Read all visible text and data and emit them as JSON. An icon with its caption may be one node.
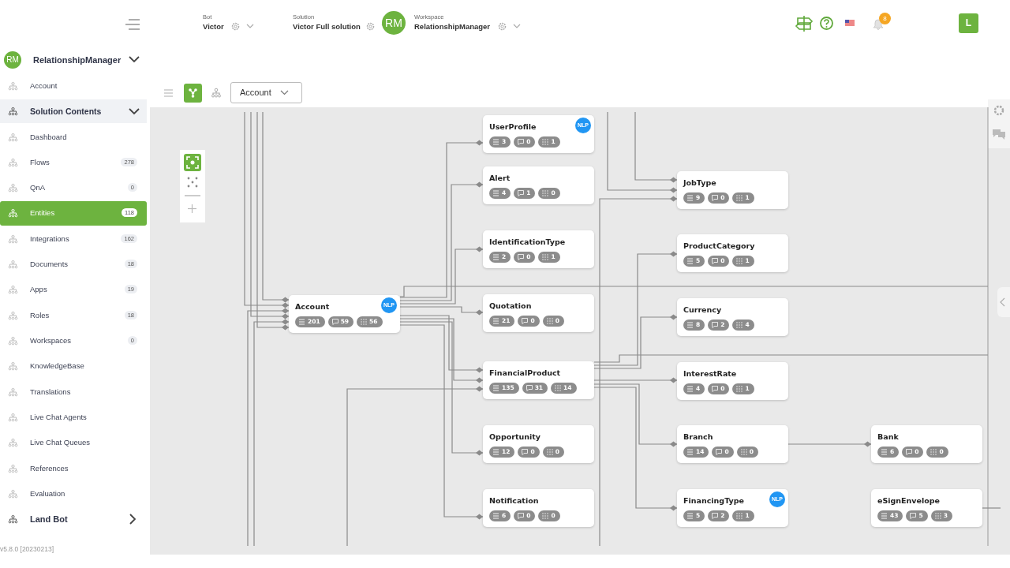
{
  "diagram": {
    "nodes": [
      {
        "text": [
          "Account",
          "201",
          "59",
          "56",
          "NLP"
        ]
      },
      {
        "text": [
          "UserProfile",
          "3",
          "0",
          "1",
          "NLP"
        ]
      },
      {
        "text": [
          "Alert",
          "4",
          "1",
          "0"
        ]
      },
      {
        "text": [
          "IdentificationType",
          "2",
          "0",
          "1"
        ]
      },
      {
        "text": [
          "Quotation",
          "21",
          "0",
          "0"
        ]
      },
      {
        "text": [
          "FinancialProduct",
          "135",
          "31",
          "14"
        ]
      },
      {
        "text": [
          "Opportunity",
          "12",
          "0",
          "0"
        ]
      },
      {
        "text": [
          "Notification",
          "6",
          "0",
          "0"
        ]
      },
      {
        "text": [
          "JobType",
          "9",
          "0",
          "1"
        ]
      },
      {
        "text": [
          "ProductCategory",
          "5",
          "0",
          "1"
        ]
      },
      {
        "text": [
          "Currency",
          "8",
          "2",
          "4"
        ]
      },
      {
        "text": [
          "InterestRate",
          "4",
          "0",
          "1"
        ]
      },
      {
        "text": [
          "Branch",
          "14",
          "0",
          "0"
        ]
      },
      {
        "text": [
          "FinancingType",
          "5",
          "2",
          "1",
          "NLP"
        ]
      },
      {
        "text": [
          "Bank",
          "6",
          "0",
          "0"
        ]
      },
      {
        "text": [
          "eSignEnvelope",
          "43",
          "5",
          "3"
        ]
      }
    ],
    "edges": [
      {
        "from": 0,
        "to": 1,
        "arrow": "other"
      },
      {
        "from": 0,
        "to": 2,
        "arrow": "other"
      },
      {
        "from": 0,
        "to": 3,
        "arrow": "other"
      },
      {
        "from": 0,
        "to": 4,
        "arrow": "other"
      },
      {
        "from": 0,
        "to": 5,
        "arrow": "other"
      },
      {
        "from": 0,
        "to": 5,
        "arrow": "other"
      },
      {
        "from": null,
        "to": 5,
        "arrow": "other"
      },
      {
        "from": 0,
        "to": 6,
        "arrow": "other"
      },
      {
        "from": 0,
        "to": 7,
        "arrow": "other"
      },
      {
        "from": null,
        "to": 8,
        "arrow": "other"
      },
      {
        "from": null,
        "to": 8,
        "arrow": "other"
      },
      {
        "from": null,
        "to": 8,
        "arrow": "other"
      },
      {
        "from": 5,
        "to": 9,
        "arrow": "other"
      },
      {
        "from": 5,
        "to": 10,
        "arrow": "other"
      },
      {
        "from": 5,
        "to": 11,
        "arrow": "other"
      },
      {
        "from": 5,
        "to": 12,
        "arrow": "other"
      },
      {
        "from": 5,
        "to": 13,
        "arrow": "other"
      },
      {
        "from": 12,
        "to": 14,
        "arrow": "other"
      },
      {
        "from": 15,
        "to": null,
        "arrow": "none"
      },
      {
        "from": 0,
        "to": null,
        "arrow": "none"
      },
      {
        "from": 5,
        "to": null,
        "arrow": "none"
      },
      {
        "from": null,
        "to": 0,
        "arrow": "other"
      },
      {
        "from": null,
        "to": 0,
        "arrow": "other"
      },
      {
        "from": null,
        "to": 0,
        "arrow": "other"
      },
      {
        "from": null,
        "to": 0,
        "arrow": "other"
      },
      {
        "from": null,
        "to": 0,
        "arrow": "other"
      },
      {
        "from": null,
        "to": 0,
        "arrow": "other"
      }
    ],
    "labels": [
      "Bot",
      "Victor",
      "Solution",
      "Victor Full solution",
      "RM",
      "Workspace",
      "RelationshipManager",
      "8",
      "L",
      "RM",
      "RelationshipManager",
      "Account",
      "Solution Contents",
      "Dashboard",
      "Flows",
      "278",
      "QnA",
      "0",
      "Entities",
      "118",
      "Integrations",
      "162",
      "Documents",
      "18",
      "Apps",
      "19",
      "Roles",
      "18",
      "Workspaces",
      "0",
      "KnowledgeBase",
      "Translations",
      "Live Chat Agents",
      "Live Chat Queues",
      "References",
      "Evaluation",
      "Land Bot",
      "v5.8.0 [20230213]",
      "Account"
    ]
  }
}
